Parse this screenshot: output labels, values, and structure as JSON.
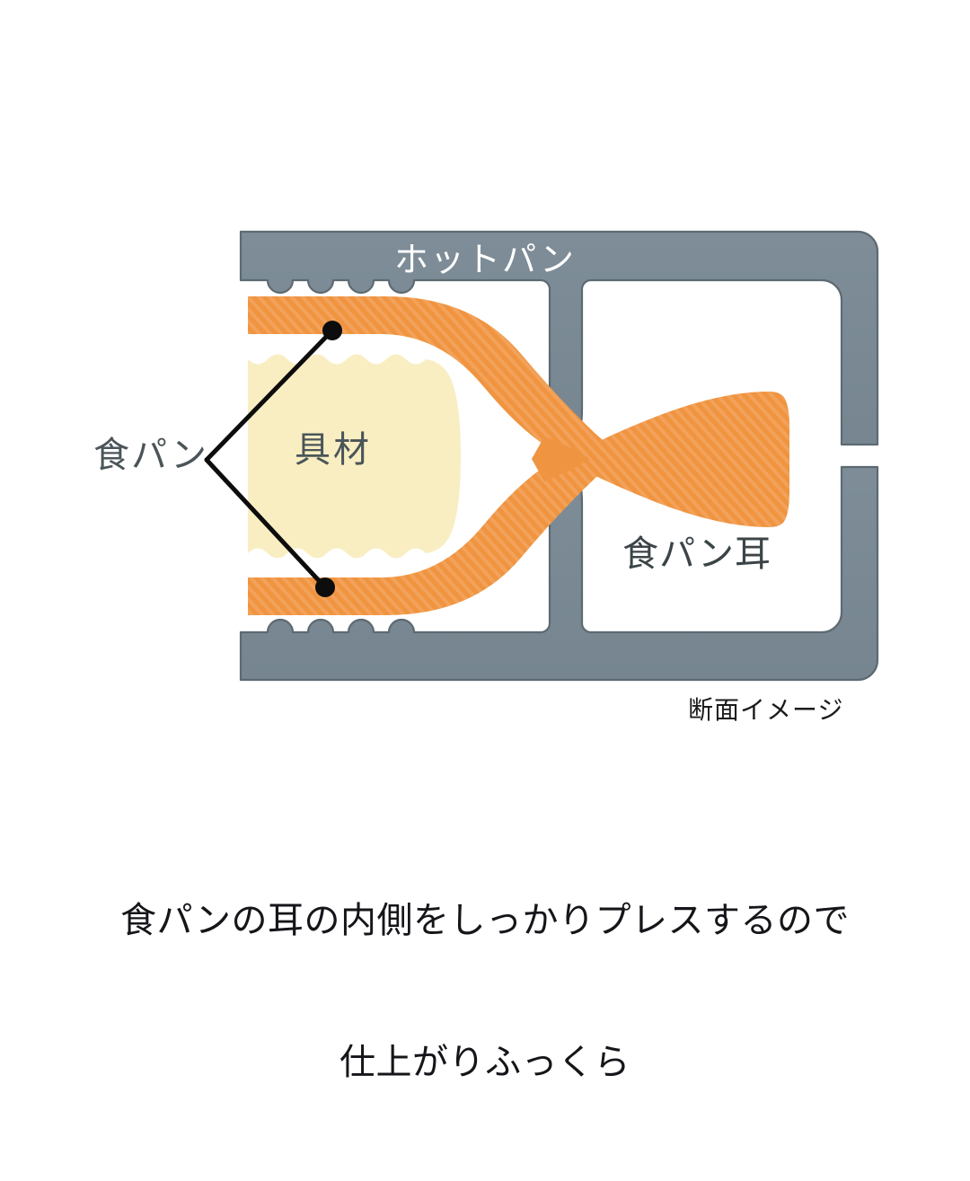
{
  "figure": {
    "title_label": "ホットパン",
    "filling_label": "具材",
    "bread_ear_label": "食パン耳",
    "bread_label": "食パン",
    "caption_note": "断面イメージ",
    "description_line1": "食パンの耳の内側をしっかりプレスするので",
    "description_line2": "仕上がりふっくら"
  },
  "colors": {
    "pan_gray": "#7b8a95",
    "pan_gray_edge": "#5d6a72",
    "bread_orange": "#f09440",
    "bread_orange_hatch": "#f4a95e",
    "filling_cream": "#f9eec2",
    "leader_line": "#0d0d0d",
    "text_dark": "#4b5559",
    "text_white": "#ffffff",
    "background": "#ffffff"
  },
  "icons": {
    "leader_dot": "leader-dot",
    "press_rib": "press-rib",
    "crimp_bump": "crimp-bump"
  }
}
